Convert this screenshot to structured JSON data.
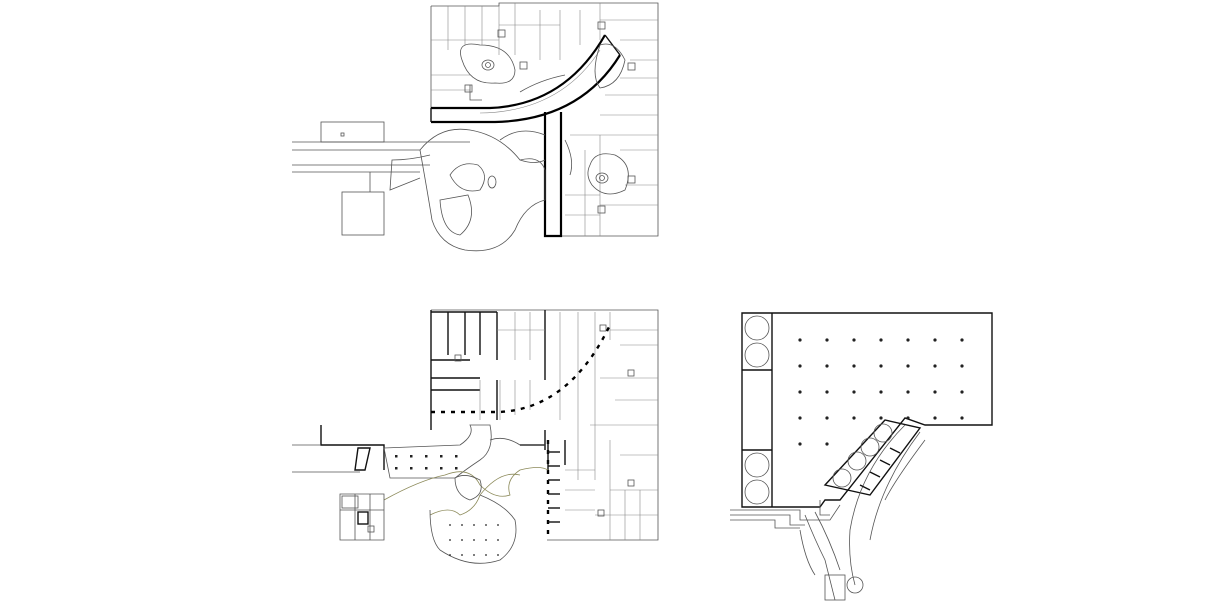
{
  "drawing": {
    "background": "#ffffff",
    "line_color": "#555555",
    "accent_line_color": "#8c8a5a",
    "plans": [
      {
        "id": "upper-level-plan",
        "label": ""
      },
      {
        "id": "lower-level-plan",
        "label": ""
      },
      {
        "id": "parking-grid-plan",
        "label": ""
      }
    ]
  }
}
